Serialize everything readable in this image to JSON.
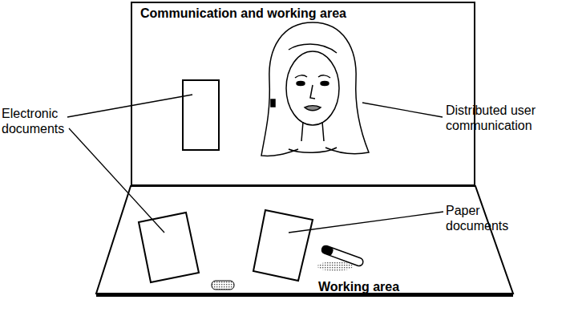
{
  "diagram": {
    "nodes": [
      {
        "text": [
          "Communication and working area"
        ]
      },
      {
        "text": [
          "Working area"
        ]
      }
    ],
    "labels": [
      "Electronic documents",
      "Distributed user communication",
      "Paper documents"
    ]
  }
}
